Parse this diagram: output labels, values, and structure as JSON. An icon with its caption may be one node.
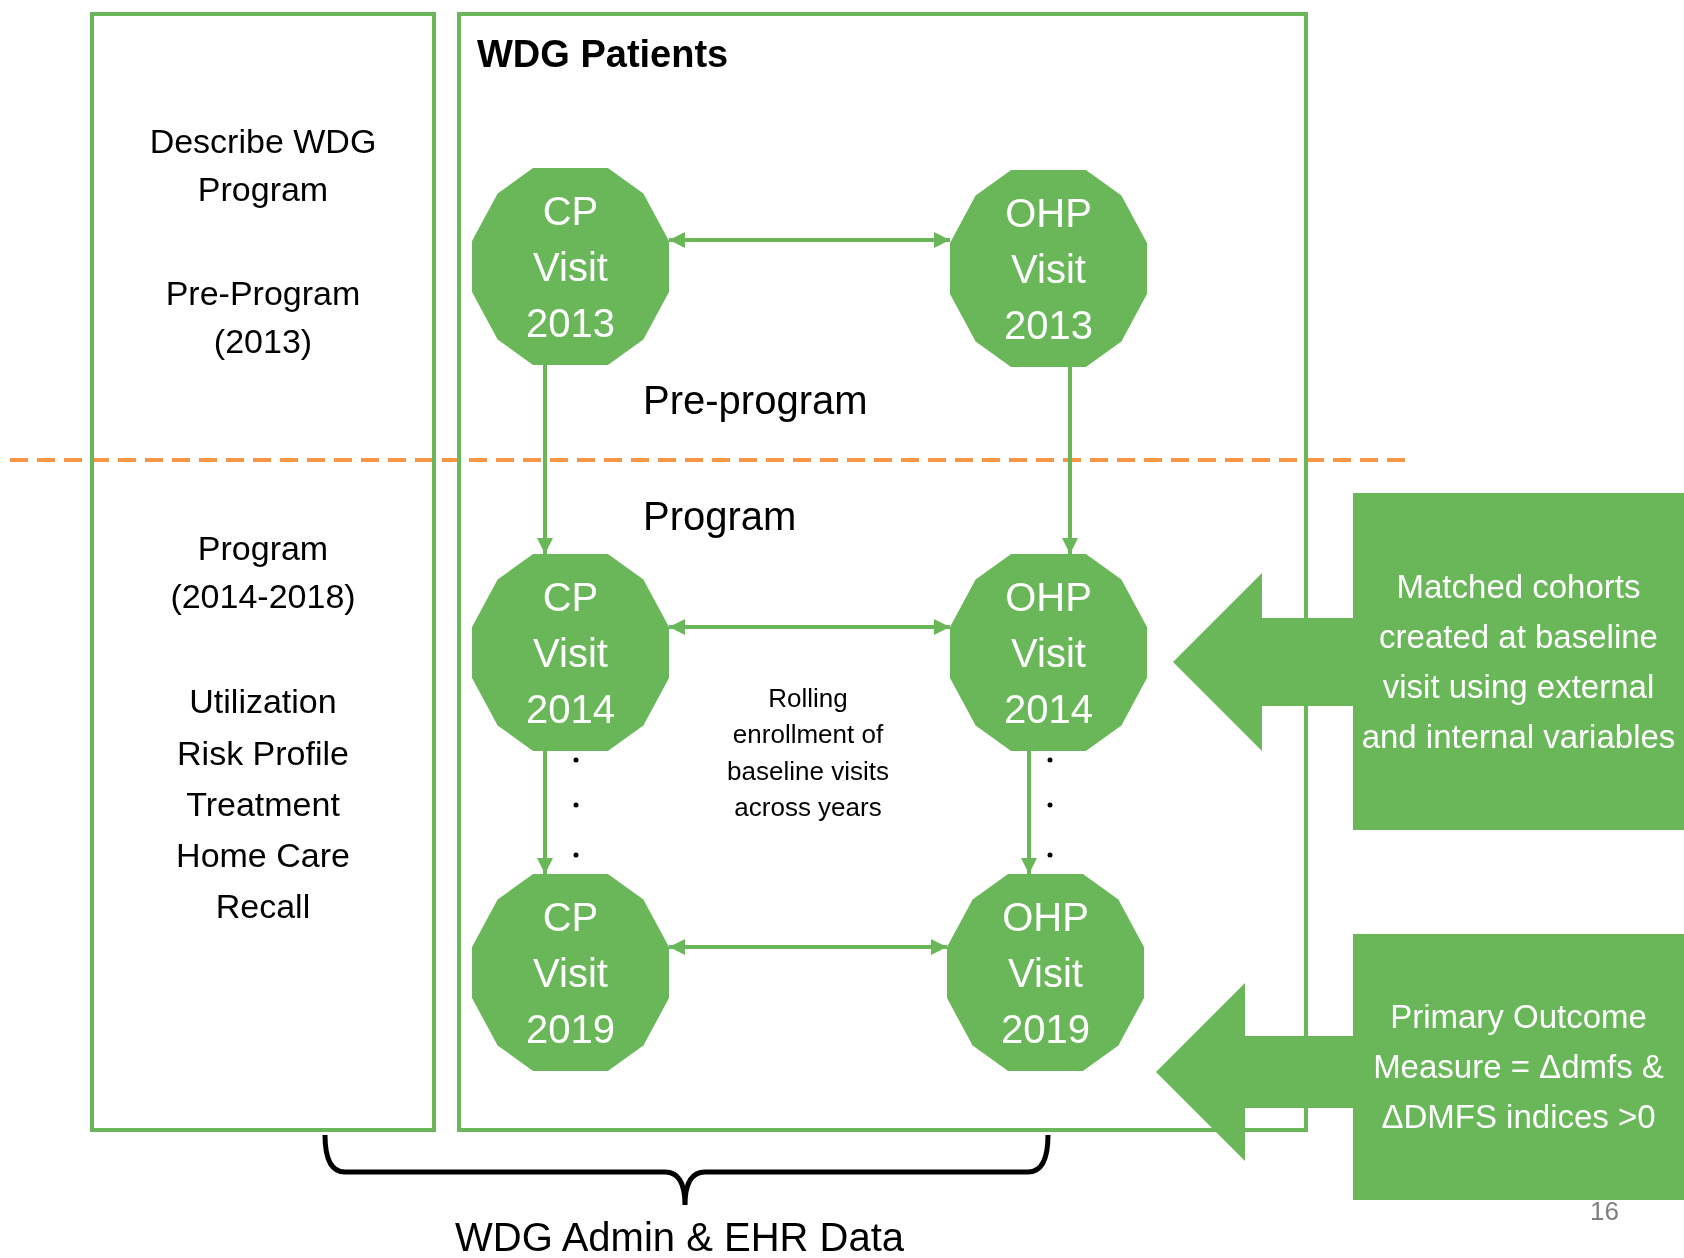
{
  "diagram": {
    "nodes": [
      {
        "text": [
          "Describe WDG Program",
          "Pre-Program (2013)",
          "Program (2014-2018)",
          "Utilization",
          "Risk Profile",
          "Treatment",
          "Home Care",
          "Recall"
        ]
      },
      {
        "text": [
          "WDG Patients"
        ]
      },
      {
        "text": [
          "CP Visit 2013"
        ],
        "in": 1
      },
      {
        "text": [
          "OHP Visit 2013"
        ],
        "in": 1
      },
      {
        "text": [
          "CP Visit 2014"
        ],
        "in": 1
      },
      {
        "text": [
          "OHP Visit 2014"
        ],
        "in": 1
      },
      {
        "text": [
          "CP Visit 2019"
        ],
        "in": 1
      },
      {
        "text": [
          "OHP Visit 2019"
        ],
        "in": 1
      },
      {
        "text": [
          "Matched cohorts created at baseline visit using external and internal variables"
        ]
      },
      {
        "text": [
          "Primary Outcome Measure = Δdmfs & ΔDMFS indices >0"
        ]
      }
    ],
    "edges": [
      {
        "from": 2,
        "to": 3,
        "arrow": "both"
      },
      {
        "from": 2,
        "to": 4,
        "arrow": "to"
      },
      {
        "from": 3,
        "to": 5,
        "arrow": "to"
      },
      {
        "from": 4,
        "to": 5,
        "arrow": "both"
      },
      {
        "from": 4,
        "to": 6,
        "arrow": "to"
      },
      {
        "from": 5,
        "to": 7,
        "arrow": "to"
      },
      {
        "from": 6,
        "to": 7,
        "arrow": "both"
      },
      {
        "from": 8,
        "to": 1,
        "arrow": "to",
        "style": "thick"
      },
      {
        "from": 9,
        "to": 1,
        "arrow": "to",
        "style": "thick"
      }
    ],
    "labels": [
      "Pre-program",
      "Program",
      "Rolling enrollment of baseline visits across years",
      "WDG Admin & EHR Data",
      "16"
    ]
  }
}
